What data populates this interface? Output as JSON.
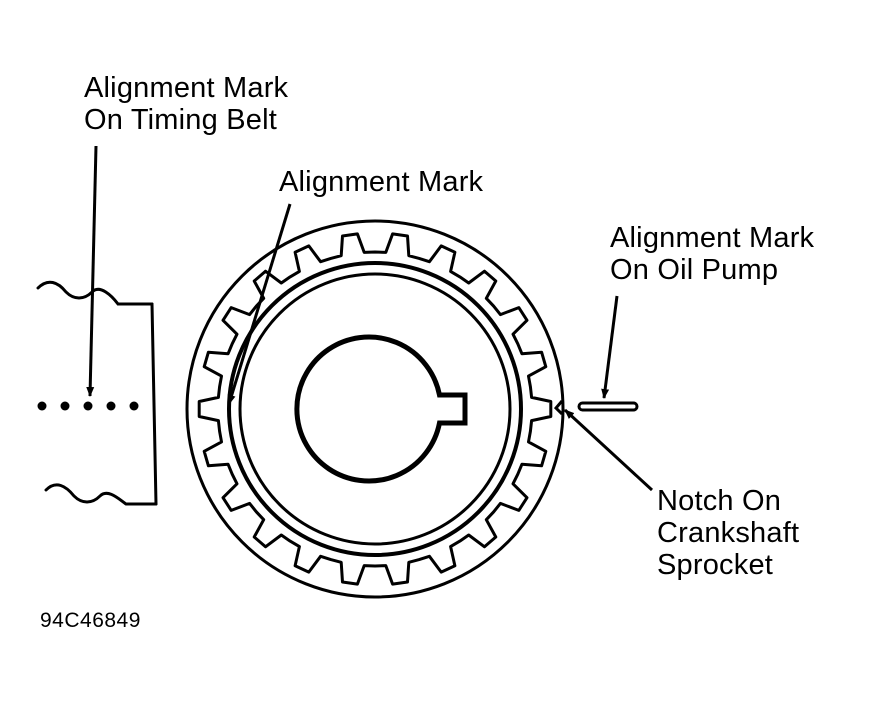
{
  "labels": {
    "belt_mark": {
      "line1": "Alignment Mark",
      "line2": "On Timing Belt"
    },
    "sprocket_mark": {
      "line1": "Alignment Mark"
    },
    "oil_pump_mark": {
      "line1": "Alignment Mark",
      "line2": "On Oil Pump"
    },
    "notch": {
      "line1": "Notch On",
      "line2": "Crankshaft",
      "line3": "Sprocket"
    }
  },
  "figure_code": "94C46849",
  "colors": {
    "ink": "#000000",
    "background": "#ffffff"
  },
  "sprocket": {
    "tooth_count": 22
  },
  "belt": {
    "alignment_dot_count": 5
  }
}
